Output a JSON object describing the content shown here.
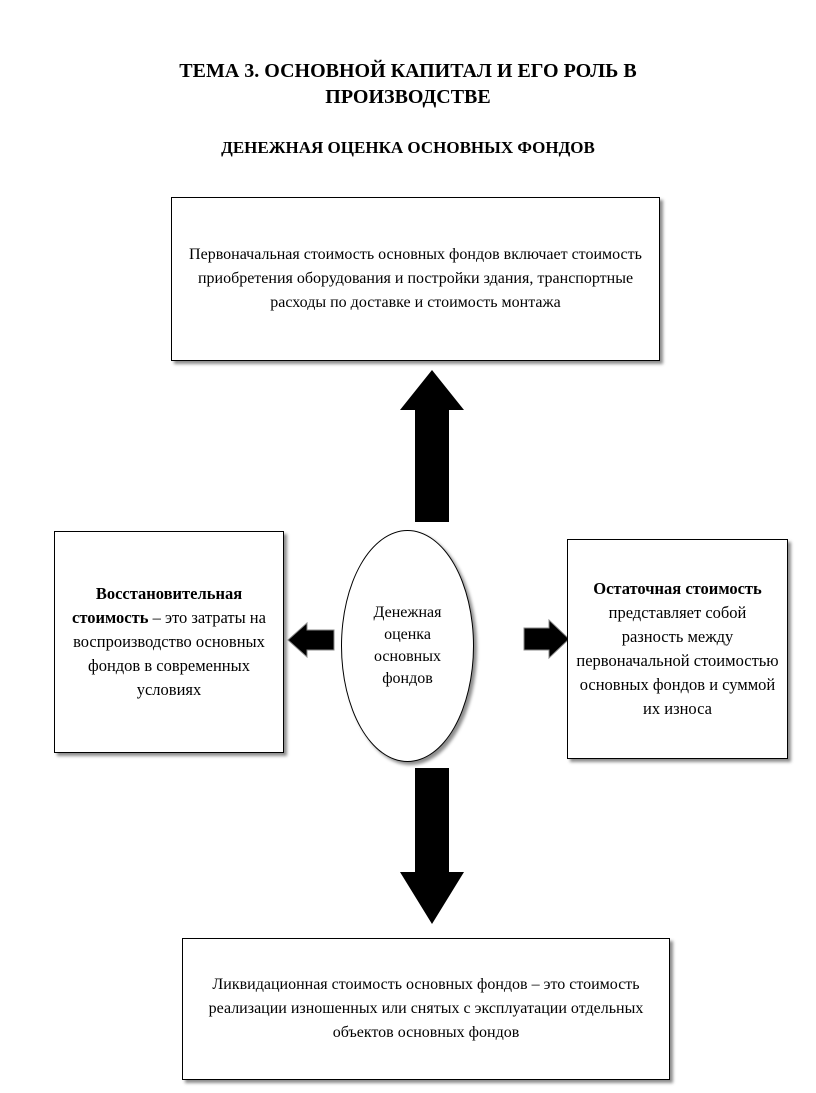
{
  "header": {
    "title": "ТЕМА 3. ОСНОВНОЙ КАПИТАЛ И ЕГО РОЛЬ В ПРОИЗВОДСТВЕ",
    "subtitle": "ДЕНЕЖНАЯ ОЦЕНКА ОСНОВНЫХ ФОНДОВ"
  },
  "center": {
    "text": "Денежная оценка основных фондов"
  },
  "nodes": {
    "top": {
      "text": "Первоначальная стоимость основных фондов включает стоимость приобретения оборудования и постройки здания, транспортные расходы по доставке и стоимость монтажа"
    },
    "left": {
      "bold": "Восстановительная стоимость",
      "text": " – это затраты на воспроизводство основных фондов в современных условиях"
    },
    "right": {
      "bold": "Остаточная стоимость",
      "text": " представляет собой разность между первоначальной стоимостью основных фондов и суммой их износа"
    },
    "bottom": {
      "text": "Ликвидационная стоимость основных фондов – это стоимость реализации изношенных или снятых с эксплуатации отдельных объектов основных фондов"
    }
  },
  "colors": {
    "arrow_fill": "#000000",
    "box_border": "#000000",
    "shadow": "rgba(0,0,0,0.45)"
  }
}
